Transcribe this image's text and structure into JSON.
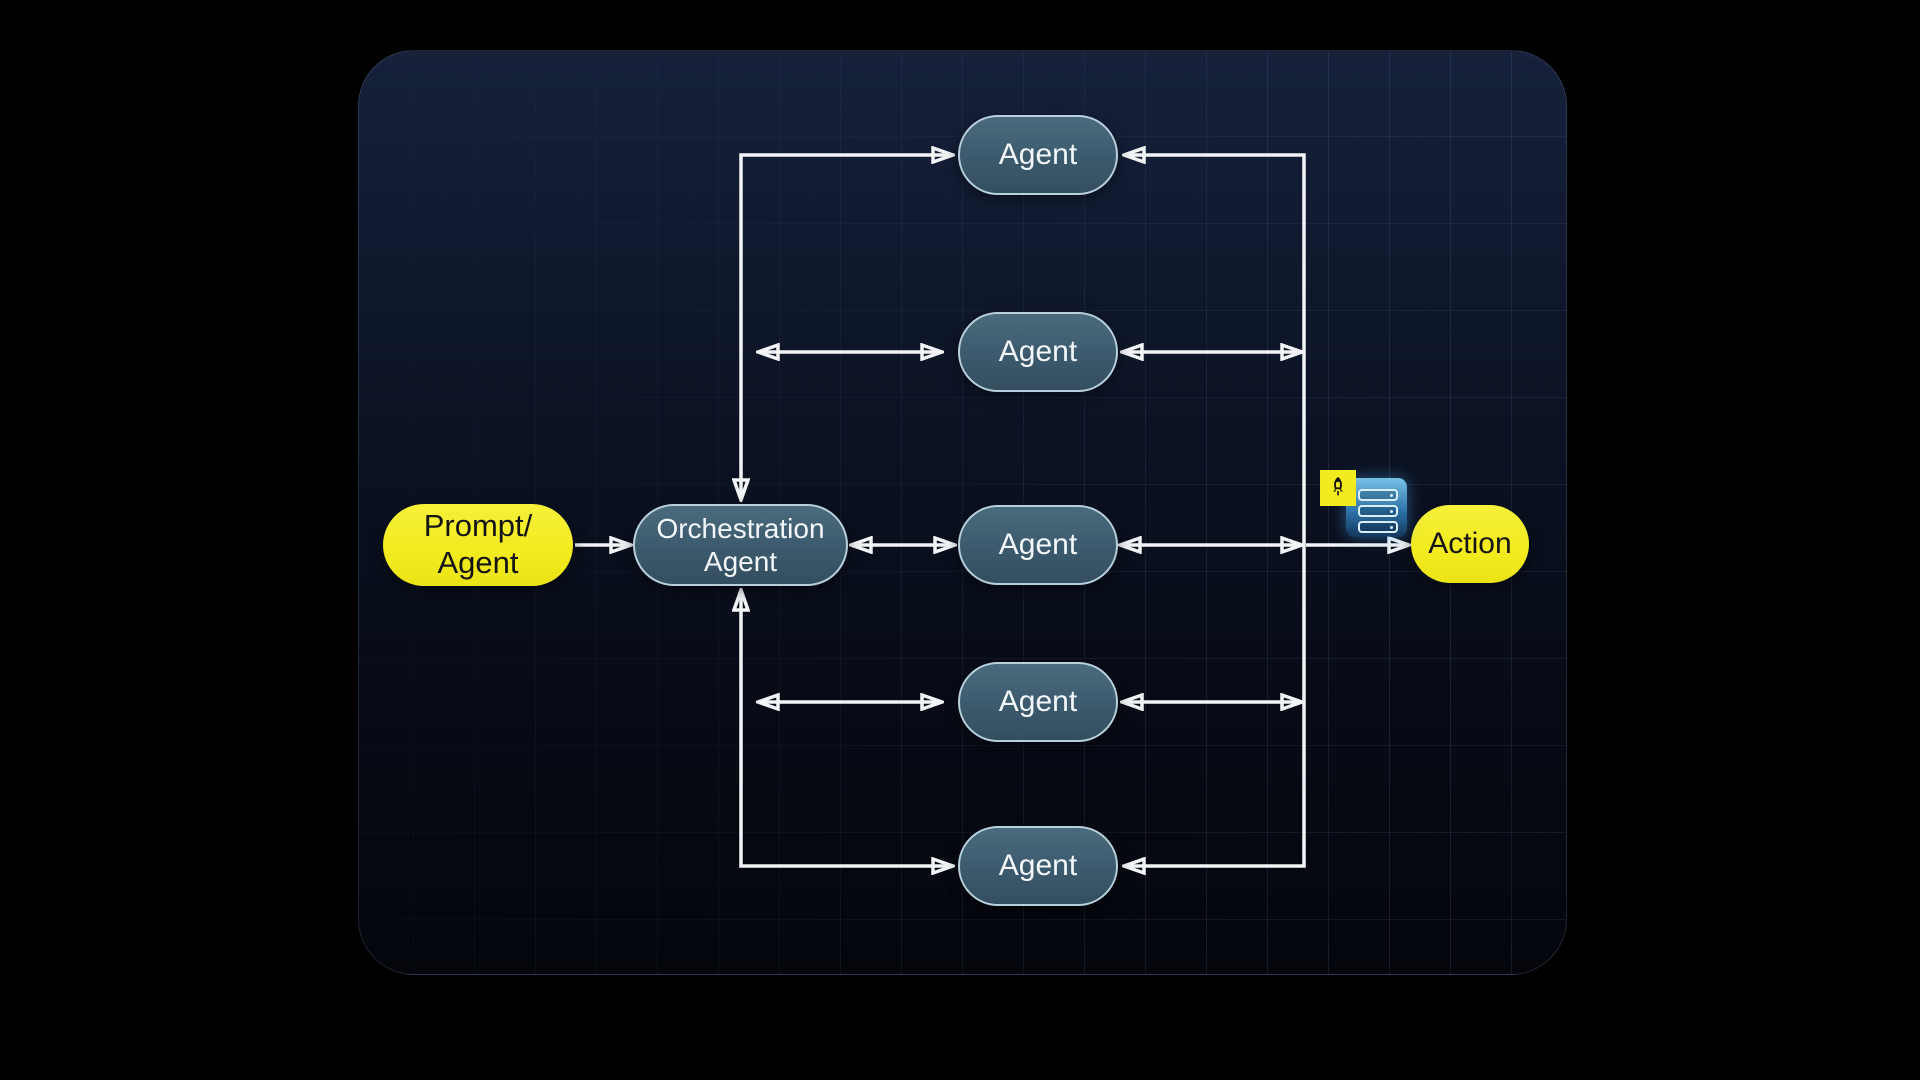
{
  "diagram": {
    "description": "Orchestration agent architecture diagram on dark rounded canvas with faint grid",
    "nodes": {
      "prompt": {
        "label": "Prompt/\nAgent",
        "style": "highlight"
      },
      "orchestration": {
        "label": "Orchestration\nAgent",
        "style": "default"
      },
      "agents": [
        {
          "label": "Agent"
        },
        {
          "label": "Agent"
        },
        {
          "label": "Agent"
        },
        {
          "label": "Agent"
        },
        {
          "label": "Agent"
        }
      ],
      "action": {
        "label": "Action",
        "style": "highlight"
      }
    },
    "icons": [
      {
        "name": "rocket-launch-icon",
        "background": "#f2eb1e"
      },
      {
        "name": "server-stack-icon",
        "background": "#3482be",
        "rows": 3
      }
    ],
    "edges": [
      {
        "from": "prompt",
        "to": "orchestration",
        "direction": "one-way"
      },
      {
        "from": "orchestration",
        "to": "agent-1",
        "direction": "one-way",
        "via": "left-bus"
      },
      {
        "from": "orchestration",
        "to": "agent-2",
        "direction": "two-way",
        "via": "left-bus"
      },
      {
        "from": "orchestration",
        "to": "agent-3",
        "direction": "two-way"
      },
      {
        "from": "orchestration",
        "to": "agent-4",
        "direction": "two-way",
        "via": "left-bus"
      },
      {
        "from": "orchestration",
        "to": "agent-5",
        "direction": "one-way",
        "via": "left-bus"
      },
      {
        "from": "right-bus",
        "to": "agent-1",
        "direction": "one-way"
      },
      {
        "from": "agent-2",
        "to": "right-bus",
        "direction": "two-way"
      },
      {
        "from": "agent-3",
        "to": "right-bus",
        "direction": "two-way"
      },
      {
        "from": "agent-4",
        "to": "right-bus",
        "direction": "two-way"
      },
      {
        "from": "right-bus",
        "to": "agent-5",
        "direction": "one-way"
      },
      {
        "from": "right-bus",
        "to": "action",
        "direction": "one-way"
      }
    ],
    "colors": {
      "highlight": "#f2eb1e",
      "node_fill": "#3c5a6d",
      "node_border": "#b8d0dc",
      "arrow": "#f2f4f6",
      "canvas_top": "#16213b",
      "canvas_bottom": "#04060c",
      "page_background": "#000000"
    }
  }
}
